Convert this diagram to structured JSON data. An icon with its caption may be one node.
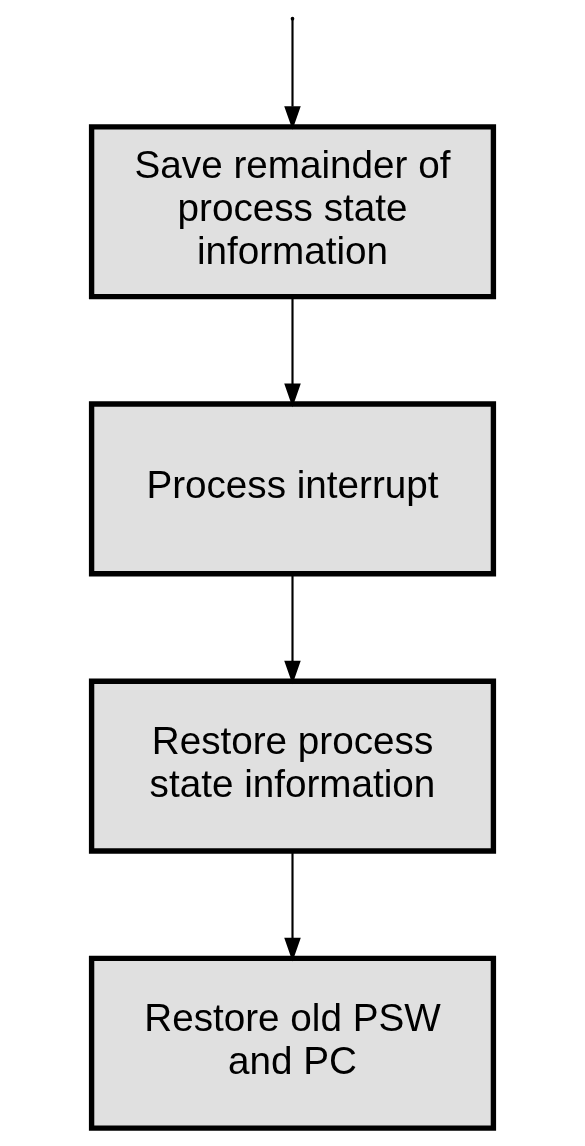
{
  "diagram": {
    "nodes": [
      {
        "text": [
          "Save remainder of process state information"
        ]
      },
      {
        "text": [
          "Process interrupt"
        ]
      },
      {
        "text": [
          "Restore process state information"
        ]
      },
      {
        "text": [
          "Restore old PSW and PC"
        ]
      }
    ],
    "edges": [
      {
        "from": null,
        "to": 0,
        "arrow": "to"
      },
      {
        "from": 0,
        "to": 1,
        "arrow": "to"
      },
      {
        "from": 1,
        "to": 2,
        "arrow": "to"
      },
      {
        "from": 2,
        "to": 3,
        "arrow": "to"
      }
    ]
  }
}
